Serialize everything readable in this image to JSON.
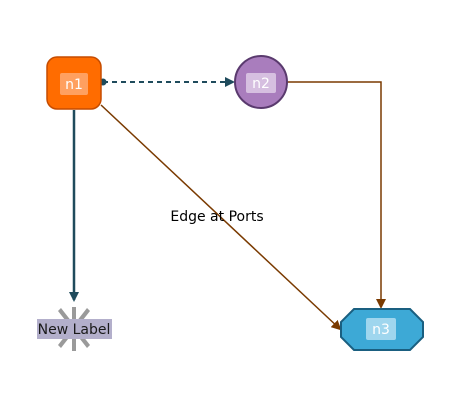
{
  "diagram": {
    "nodes": [
      {
        "id": "n1",
        "label": "n1",
        "shape": "rounded-square",
        "fill": "#ff6c00",
        "stroke": "#c64c00"
      },
      {
        "id": "n2",
        "label": "n2",
        "shape": "circle",
        "fill": "#a97dbd",
        "stroke": "#5a3a6e"
      },
      {
        "id": "n3",
        "label": "n3",
        "shape": "octagon",
        "fill": "#3da9d6",
        "stroke": "#1a5f80"
      },
      {
        "id": "n4",
        "label": "New Label",
        "shape": "star-burst",
        "fill": "#a3a3a3",
        "label_bg": "#b3afcb"
      }
    ],
    "edges": [
      {
        "from": "n1",
        "to": "n2",
        "style": "dashed",
        "color": "#1f4b5c",
        "label": ""
      },
      {
        "from": "n1",
        "to": "n3",
        "style": "solid",
        "color": "#7a3a00",
        "label": "Edge at Ports"
      },
      {
        "from": "n2",
        "to": "n3",
        "style": "solid",
        "color": "#7a3a00",
        "label": ""
      },
      {
        "from": "n1",
        "to": "n4",
        "style": "solid",
        "color": "#1f4b5c",
        "label": ""
      }
    ]
  }
}
